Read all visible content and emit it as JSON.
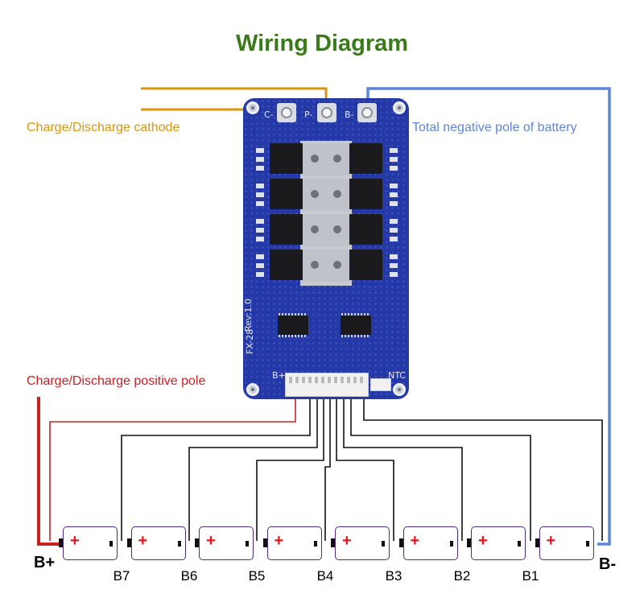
{
  "title": "Wiring Diagram",
  "colors": {
    "title": "#3a7a1a",
    "cathode": "#d9960e",
    "negative": "#5b86db",
    "positive": "#c92222",
    "balance": "#111111",
    "cell_border": "#4b2a86",
    "cell_plus": "#e1141a"
  },
  "labels": {
    "cathode": "Charge/Discharge cathode",
    "negative": "Total negative pole of battery",
    "positive": "Charge/Discharge positive pole"
  },
  "terminals": {
    "bplus": "B+",
    "bminus": "B-"
  },
  "board": {
    "pads": [
      "C-",
      "P-",
      "B-"
    ],
    "silk": {
      "rev": "Rev:1.0",
      "model": "FX-28",
      "bplus": "B+",
      "ntc": "NTC"
    }
  },
  "cells": {
    "count": 8,
    "plus_symbol": "+"
  },
  "taps": [
    "B7",
    "B6",
    "B5",
    "B4",
    "B3",
    "B2",
    "B1"
  ]
}
